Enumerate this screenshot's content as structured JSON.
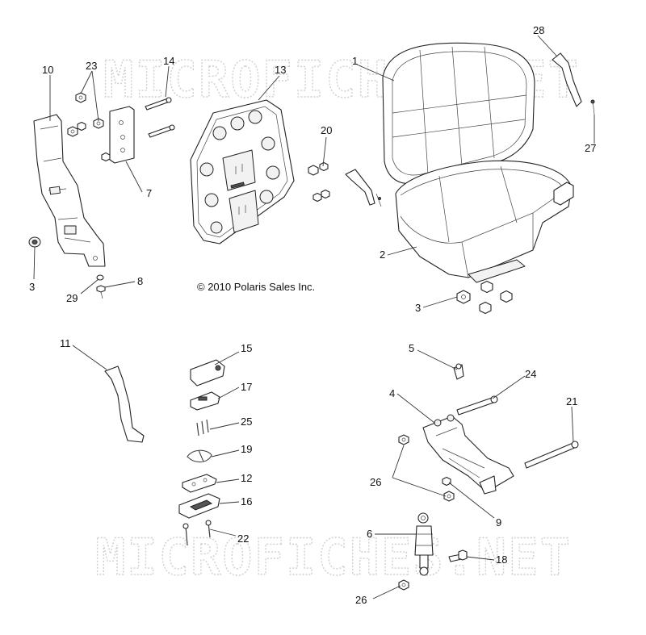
{
  "watermark": {
    "text": "MICROFICHES.NET"
  },
  "copyright": "© 2010 Polaris Sales Inc.",
  "callouts": [
    "1",
    "2",
    "3",
    "3",
    "4",
    "5",
    "6",
    "7",
    "8",
    "9",
    "10",
    "11",
    "12",
    "13",
    "14",
    "15",
    "16",
    "17",
    "18",
    "19",
    "20",
    "21",
    "22",
    "23",
    "24",
    "25",
    "26",
    "26",
    "27",
    "28",
    "29"
  ]
}
